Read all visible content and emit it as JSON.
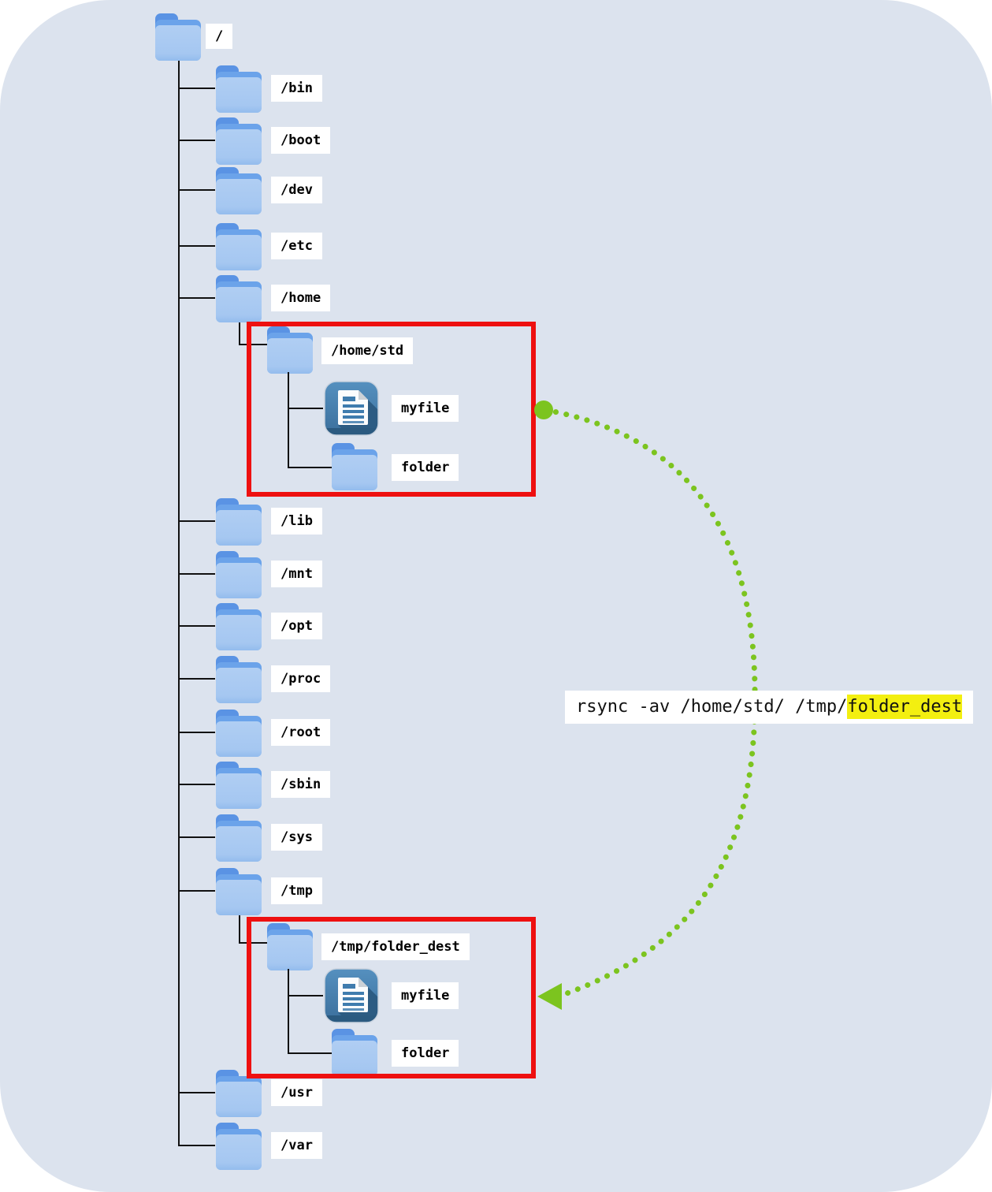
{
  "colors": {
    "background": "#dce3ee",
    "red_box_border": "#ee1010",
    "arrow_green": "#7cc41f",
    "highlight_yellow": "#f3ef10",
    "folder_body_blue": "#a9caf1",
    "folder_tab_blue": "#639ce8",
    "line_black": "#111111",
    "label_background": "#ffffff"
  },
  "tree": {
    "root_label": "/",
    "items": [
      "/bin",
      "/boot",
      "/dev",
      "/etc",
      "/home",
      "/lib",
      "/mnt",
      "/opt",
      "/proc",
      "/root",
      "/sbin",
      "/sys",
      "/tmp",
      "/usr",
      "/var"
    ]
  },
  "home_box": {
    "title": "/home/std",
    "children": [
      {
        "label": "myfile",
        "icon": "document-icon"
      },
      {
        "label": "folder",
        "icon": "folder-icon"
      }
    ]
  },
  "tmp_box": {
    "title": "/tmp/folder_dest",
    "children": [
      {
        "label": "myfile",
        "icon": "document-icon"
      },
      {
        "label": "folder",
        "icon": "folder-icon"
      }
    ]
  },
  "command": {
    "prefix": "rsync -av /home/std/ /tmp/",
    "highlight": "folder_dest"
  }
}
